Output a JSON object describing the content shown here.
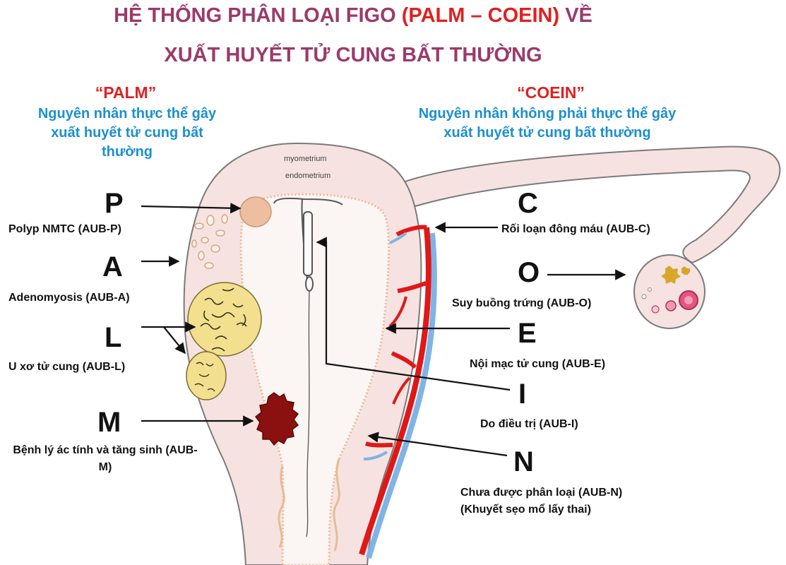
{
  "title": {
    "line1_part1": "HỆ THỐNG PHÂN LOẠI FIGO ",
    "line1_highlight": "(PALM – COEIN)",
    "line1_part2": " VỀ",
    "line2": "XUẤT HUYẾT TỬ CUNG BẤT THƯỜNG"
  },
  "palm": {
    "name": "“PALM”",
    "subtitle": "Nguyên nhân thực thể gây xuất huyết tử cung bất thường",
    "items": [
      {
        "letter": "P",
        "label": "Polyp NMTC (AUB-P)"
      },
      {
        "letter": "A",
        "label": "Adenomyosis (AUB-A)"
      },
      {
        "letter": "L",
        "label": "U xơ tử cung (AUB-L)"
      },
      {
        "letter": "M",
        "label": "Bệnh lý ác tính và tăng sinh (AUB-M)"
      }
    ]
  },
  "coein": {
    "name": "“COEIN”",
    "subtitle": "Nguyên nhân không phải thực thể gây xuất huyết tử cung bất thường",
    "items": [
      {
        "letter": "C",
        "label": "Rối loạn đông máu (AUB-C)"
      },
      {
        "letter": "O",
        "label": "Suy buồng trứng (AUB-O)"
      },
      {
        "letter": "E",
        "label": "Nội mạc tử cung (AUB-E)"
      },
      {
        "letter": "I",
        "label": "Do điều trị (AUB-I)"
      },
      {
        "letter": "N",
        "label": "Chưa được phân loại (AUB-N)",
        "note": "(Khuyết sẹo mổ lấy thai)"
      }
    ]
  },
  "anatomy": {
    "myometrium": "myometrium",
    "endometrium": "endometrium"
  },
  "colors": {
    "title": "#9b3a6b",
    "accent_red": "#e02020",
    "subtitle_blue": "#1b8fd0",
    "uterus_fill": "#f6e3e1",
    "uterus_stroke": "#7a7a7a",
    "fibroid": "#f3e08e",
    "malignancy": "#8b1010",
    "artery": "#e01818",
    "vein": "#7fb4e6"
  }
}
